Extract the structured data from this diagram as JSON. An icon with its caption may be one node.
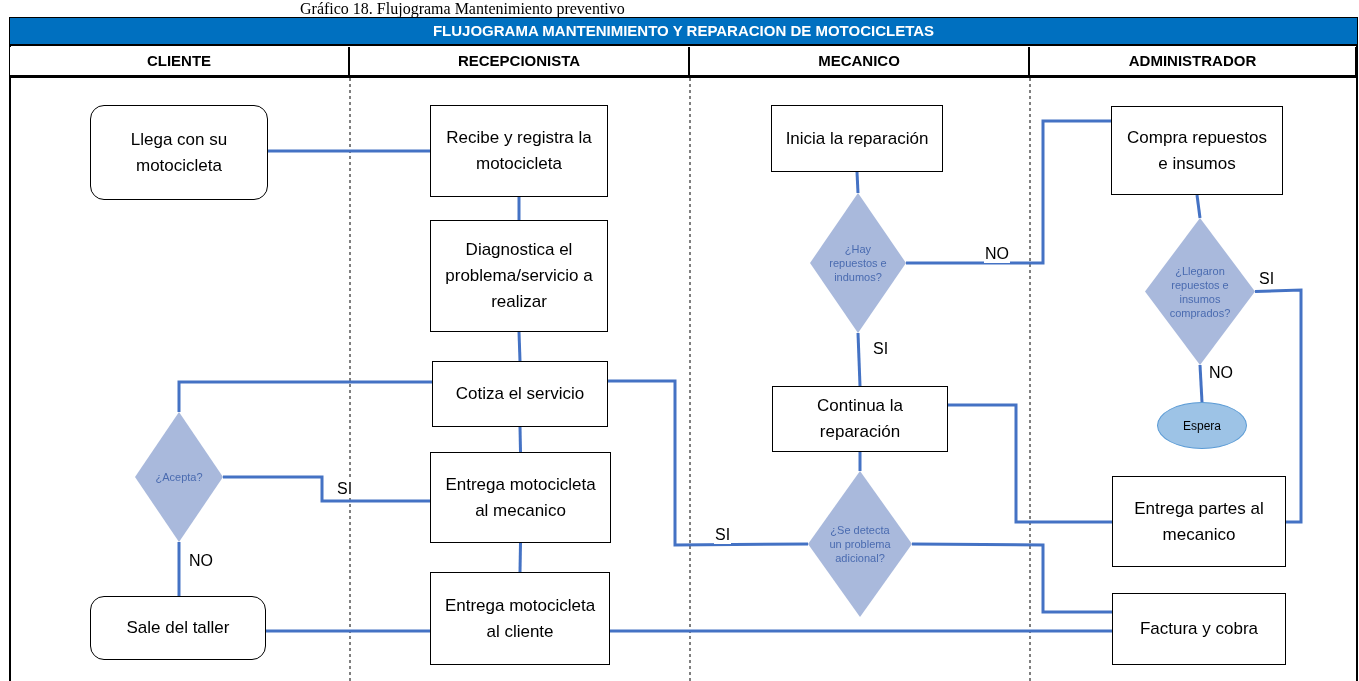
{
  "diagram": {
    "title": "Gráfico 18. Flujograma Mantenimiento preventivo",
    "nodes": [
      {
        "text": [
          "Llega con su motocicleta"
        ]
      },
      {
        "text": [
          "Recibe y registra la motocicleta"
        ]
      },
      {
        "text": [
          "Diagnostica el problema/servicio a realizar"
        ]
      },
      {
        "text": [
          "Cotiza el servicio"
        ]
      },
      {
        "text": [
          "¿Acepta?"
        ]
      },
      {
        "text": [
          "Entrega motocicleta al mecanico"
        ]
      },
      {
        "text": [
          "Sale del taller"
        ]
      },
      {
        "text": [
          "Entrega motocicleta al cliente"
        ]
      },
      {
        "text": [
          "Inicia la reparación"
        ]
      },
      {
        "text": [
          "¿Hay repuestos e indumos?"
        ]
      },
      {
        "text": [
          "Continua la reparación"
        ]
      },
      {
        "text": [
          "¿Se detecta un problema adicional?"
        ]
      },
      {
        "text": [
          "Compra repuestos e insumos"
        ]
      },
      {
        "text": [
          "¿Llegaron repuestos e insumos comprados?"
        ]
      },
      {
        "text": [
          "Espera"
        ]
      },
      {
        "text": [
          "Entrega partes al mecanico"
        ]
      },
      {
        "text": [
          "Factura y cobra"
        ]
      }
    ],
    "edges": [
      {
        "from": 0,
        "to": 1,
        "arrow": "none"
      },
      {
        "from": 1,
        "to": 2,
        "arrow": "none"
      },
      {
        "from": 2,
        "to": 3,
        "arrow": "none"
      },
      {
        "from": 3,
        "to": 4,
        "arrow": "none"
      },
      {
        "from": 4,
        "to": 5,
        "arrow": "none",
        "label": "SI"
      },
      {
        "from": 4,
        "to": 6,
        "arrow": "none",
        "label": "NO"
      },
      {
        "from": 3,
        "to": 5,
        "arrow": "none"
      },
      {
        "from": 5,
        "to": 7,
        "arrow": "none"
      },
      {
        "from": 6,
        "to": 7,
        "arrow": "none"
      },
      {
        "from": 7,
        "to": 16,
        "arrow": "none"
      },
      {
        "from": 3,
        "to": 11,
        "arrow": "none",
        "label": "SI"
      },
      {
        "from": 8,
        "to": 9,
        "arrow": "none"
      },
      {
        "from": 9,
        "to": 12,
        "arrow": "none",
        "label": "NO"
      },
      {
        "from": 9,
        "to": 10,
        "arrow": "none",
        "label": "SI"
      },
      {
        "from": 10,
        "to": 11,
        "arrow": "none"
      },
      {
        "from": 11,
        "to": 16,
        "arrow": "none"
      },
      {
        "from": 10,
        "to": 15,
        "arrow": "none"
      },
      {
        "from": 12,
        "to": 13,
        "arrow": "none"
      },
      {
        "from": 13,
        "to": 14,
        "arrow": "none",
        "label": "NO"
      },
      {
        "from": 13,
        "to": 15,
        "arrow": "none",
        "label": "SI"
      }
    ],
    "labels": [
      "FLUJOGRAMA MANTENIMIENTO Y REPARACION DE MOTOCICLETAS",
      "CLIENTE",
      "RECEPCIONISTA",
      "MECANICO",
      "ADMINISTRADOR"
    ]
  }
}
